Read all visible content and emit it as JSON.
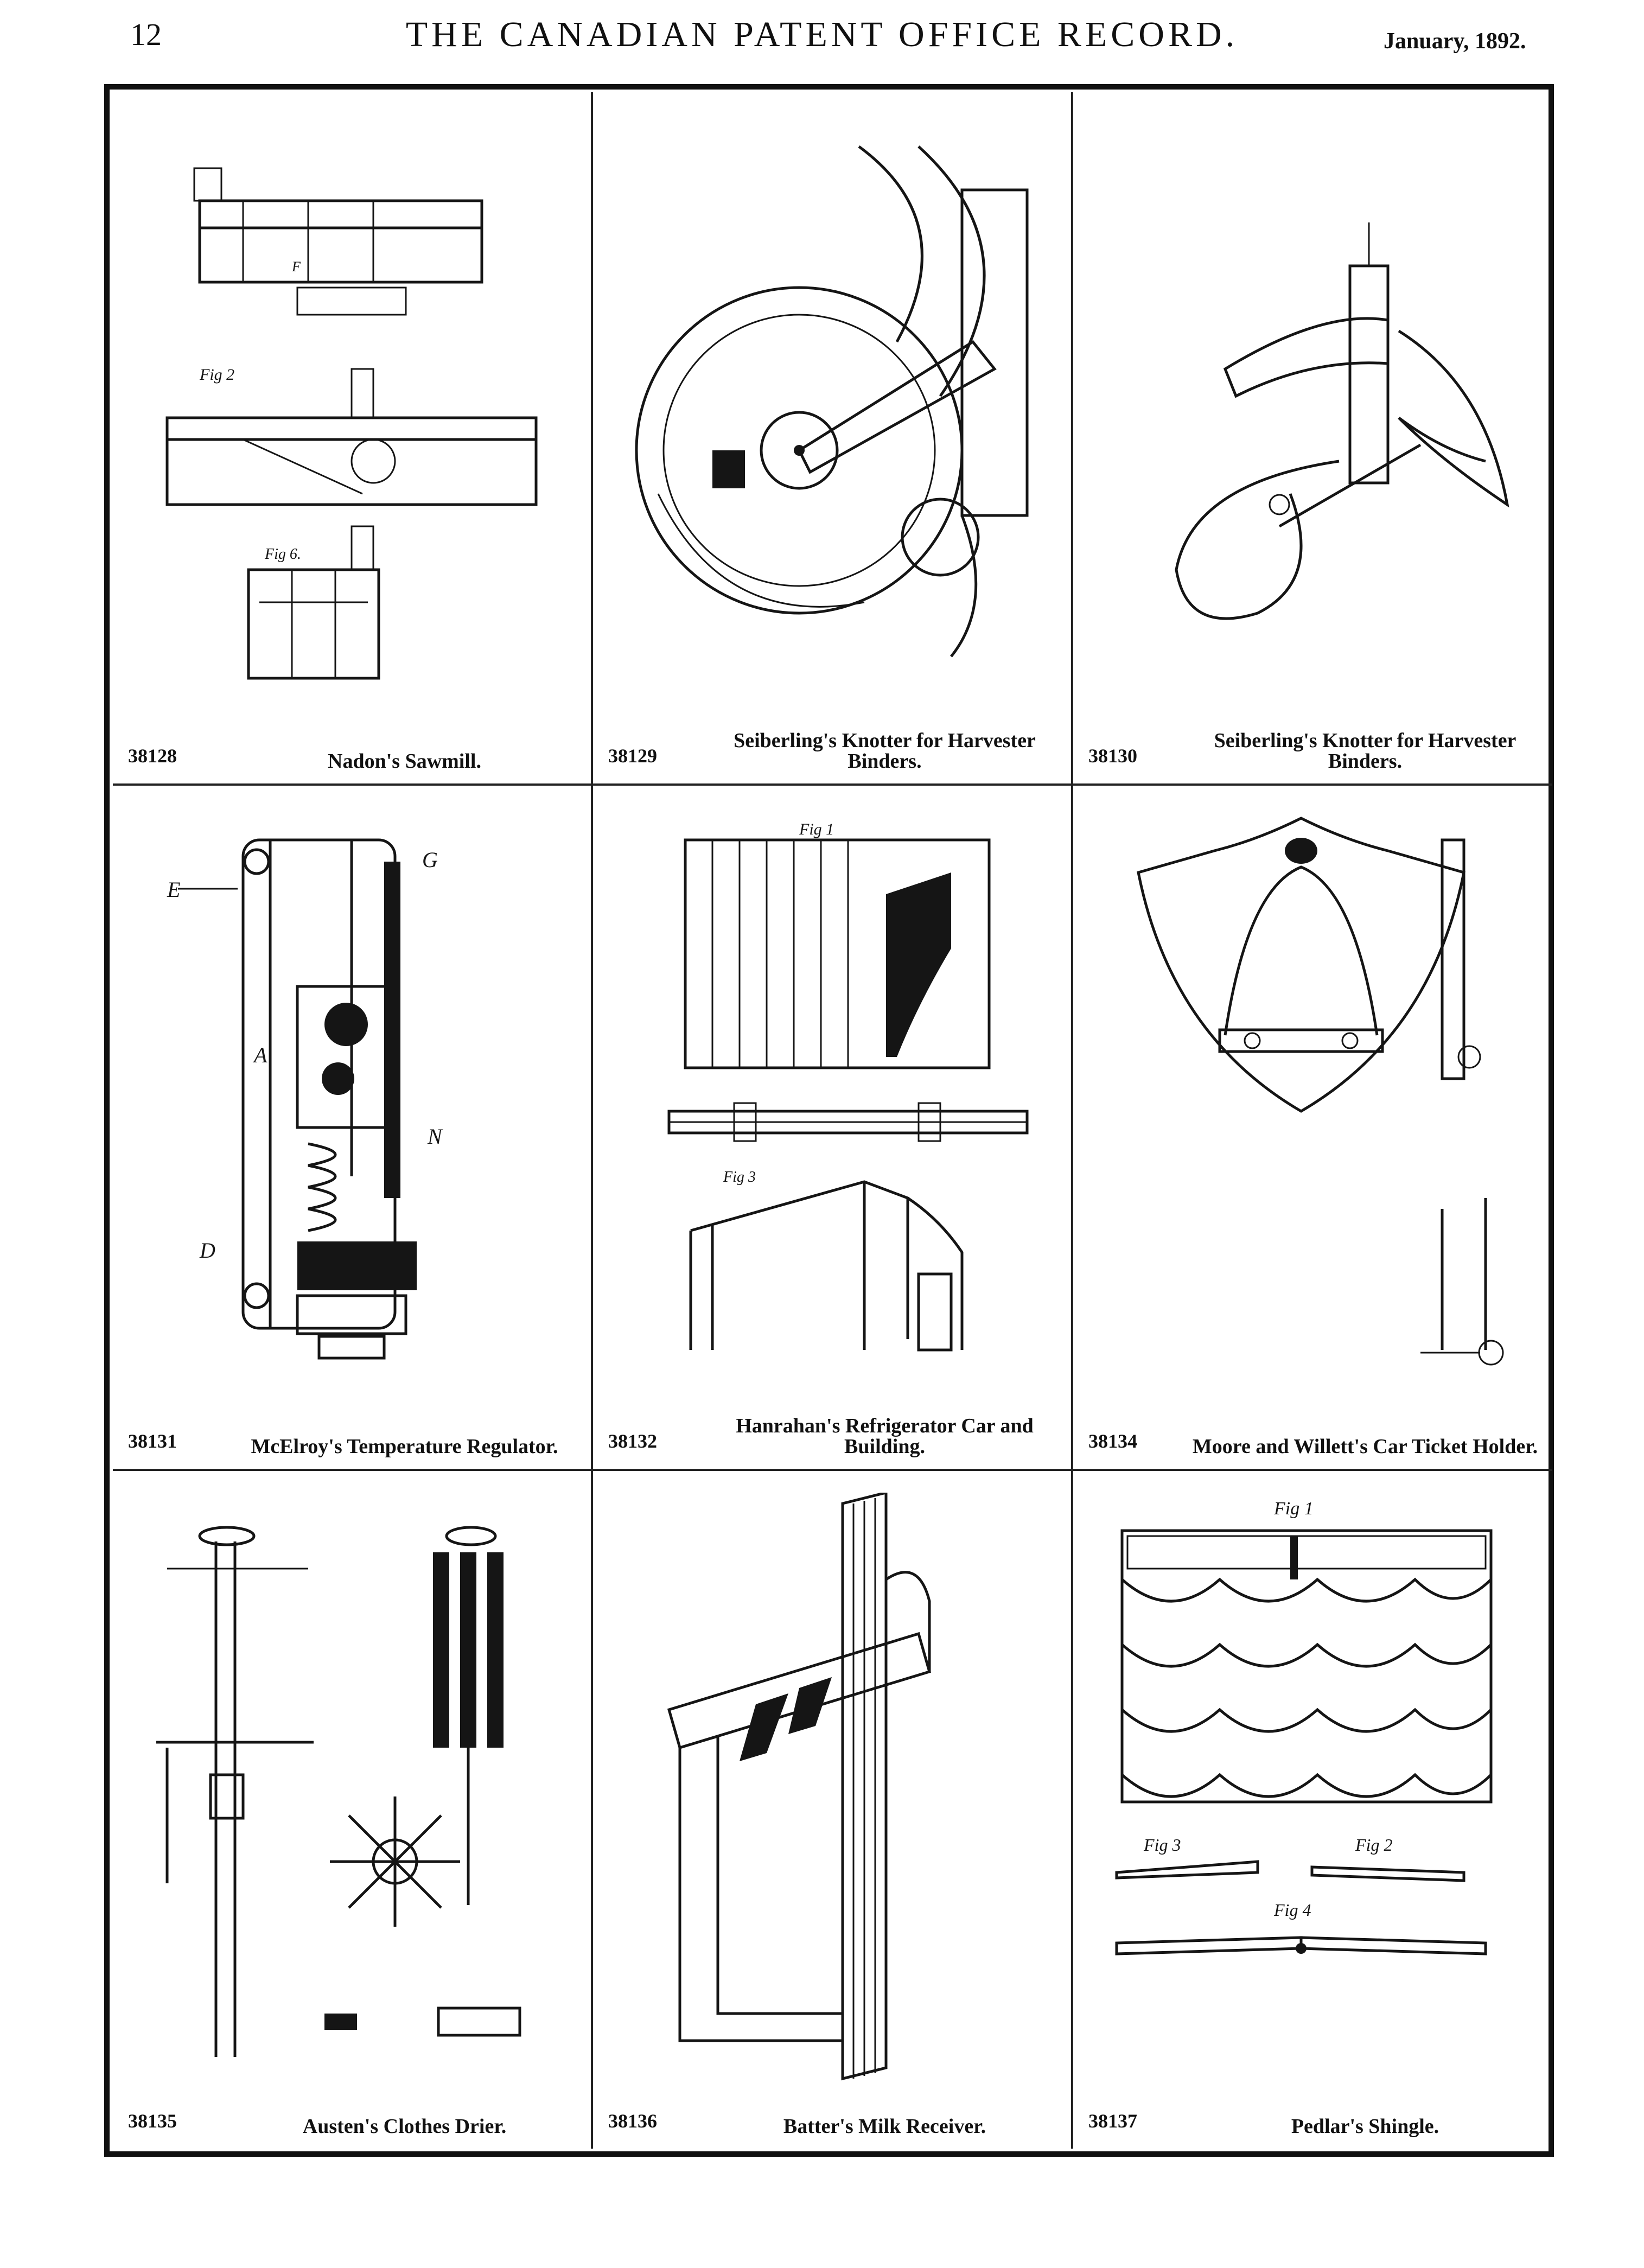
{
  "header": {
    "page_number": "12",
    "journal_title": "THE CANADIAN PATENT OFFICE RECORD.",
    "issue_date": "January, 1892."
  },
  "patents": [
    {
      "number": "38128",
      "title": "Nadon's Sawmill."
    },
    {
      "number": "38129",
      "title": "Seiberling's Knotter for Harvester Binders."
    },
    {
      "number": "38130",
      "title": "Seiberling's Knotter for Harvester Binders."
    },
    {
      "number": "38131",
      "title": "McElroy's Temperature Regulator."
    },
    {
      "number": "38132",
      "title": "Hanrahan's Refrigerator Car and Building."
    },
    {
      "number": "38134",
      "title": "Moore and Willett's Car Ticket Holder."
    },
    {
      "number": "38135",
      "title": "Austen's Clothes Drier."
    },
    {
      "number": "38136",
      "title": "Batter's Milk Receiver."
    },
    {
      "number": "38137",
      "title": "Pedlar's Shingle."
    }
  ],
  "figure_labels": {
    "fig_1": "Fig 1",
    "fig_2": "Fig 2",
    "fig_3": "Fig 3",
    "fig_4": "Fig 4",
    "fig_6": "Fig 6."
  }
}
